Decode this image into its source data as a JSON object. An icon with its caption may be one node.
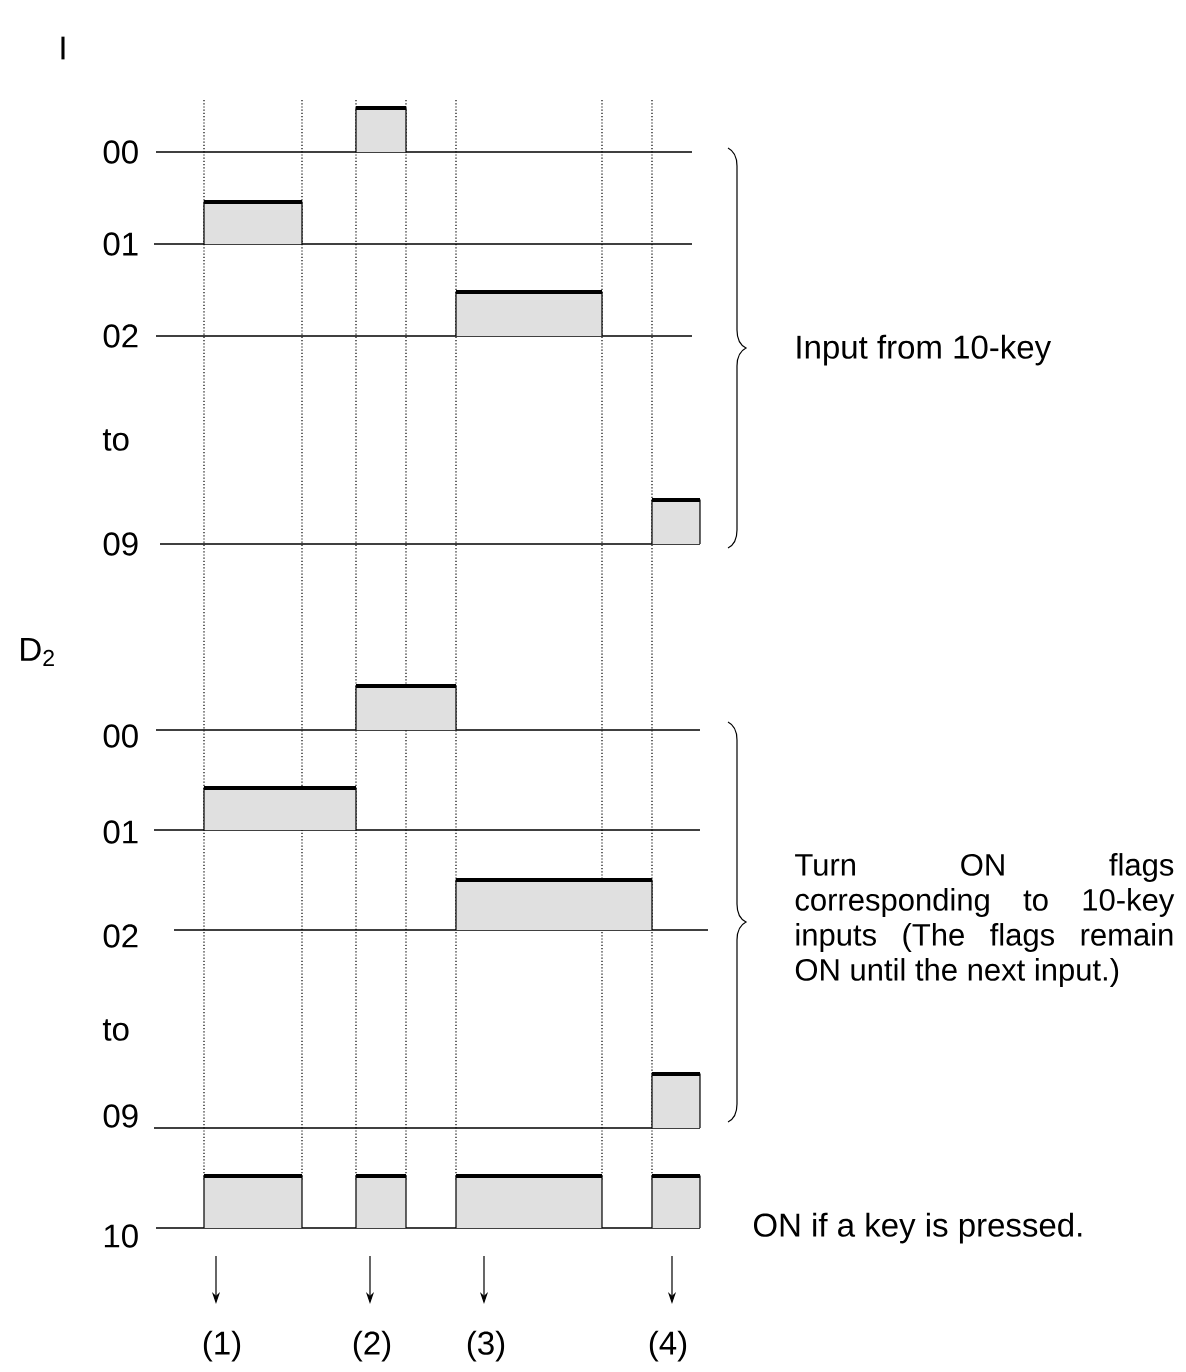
{
  "diagram": {
    "labels": [
      "I",
      "00",
      "01",
      "02",
      "to",
      "09",
      "Input from 10-key",
      "D$_{2}$",
      "00",
      "01",
      "02",
      "to",
      "09",
      "Turn ON flags corresponding to 10-key inputs (The flags remain ON until the next input.)",
      "10",
      "ON if a key is pressed.",
      "(1)",
      "(2)",
      "(3)",
      "(4)"
    ]
  }
}
